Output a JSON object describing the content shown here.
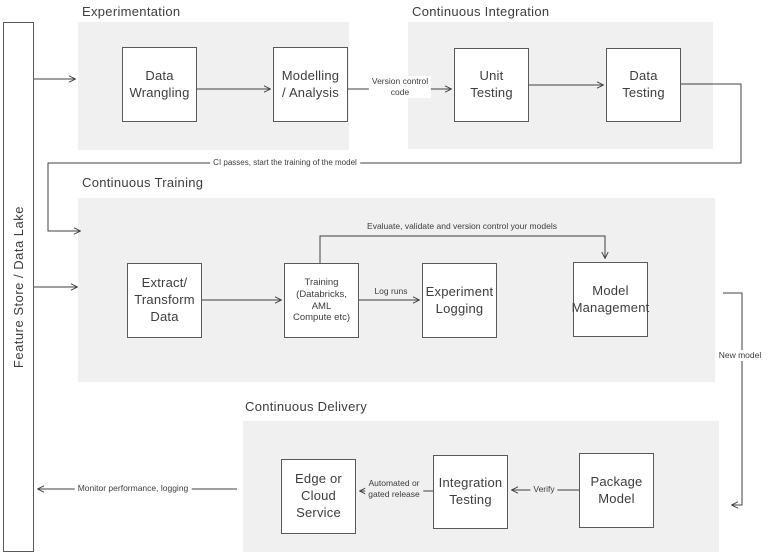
{
  "sections": {
    "experimentation": {
      "label": "Experimentation"
    },
    "continuous_integration": {
      "label": "Continuous Integration"
    },
    "continuous_training": {
      "label": "Continuous Training"
    },
    "continuous_delivery": {
      "label": "Continuous Delivery"
    }
  },
  "feature_store": {
    "label": "Feature Store / Data Lake"
  },
  "nodes": {
    "data_wrangling": {
      "lines": [
        "Data",
        "Wrangling"
      ]
    },
    "modelling_analysis": {
      "lines": [
        "Modelling",
        "/ Analysis"
      ]
    },
    "unit_testing": {
      "lines": [
        "Unit",
        "Testing"
      ]
    },
    "data_testing": {
      "lines": [
        "Data",
        "Testing"
      ]
    },
    "extract_transform": {
      "lines": [
        "Extract/",
        "Transform",
        "Data"
      ]
    },
    "training": {
      "lines": [
        "Training",
        "(Databricks,",
        "AML",
        "Compute etc)"
      ]
    },
    "experiment_logging": {
      "lines": [
        "Experiment",
        "Logging"
      ]
    },
    "model_management": {
      "lines": [
        "Model",
        "Management"
      ]
    },
    "edge_cloud_service": {
      "lines": [
        "Edge or",
        "Cloud",
        "Service"
      ]
    },
    "integration_testing": {
      "lines": [
        "Integration",
        "Testing"
      ]
    },
    "package_model": {
      "lines": [
        "Package",
        "Model"
      ]
    }
  },
  "edge_labels": {
    "version_control": {
      "lines": [
        "Version control",
        "code"
      ]
    },
    "ci_passes": {
      "text": "CI passes, start the training of the model"
    },
    "log_runs": {
      "text": "Log runs"
    },
    "evaluate": {
      "text": "Evaluate, validate and version control your models"
    },
    "new_model": {
      "text": "New model"
    },
    "verify": {
      "text": "Verify"
    },
    "automated_release": {
      "lines": [
        "Automated or",
        "gated release"
      ]
    },
    "monitor": {
      "text": "Monitor performance, logging"
    }
  },
  "colors": {
    "panel": "#f0f0f0",
    "line": "#404040",
    "box_border": "#595959",
    "text": "#3d3d3d",
    "background": "#ffffff"
  }
}
